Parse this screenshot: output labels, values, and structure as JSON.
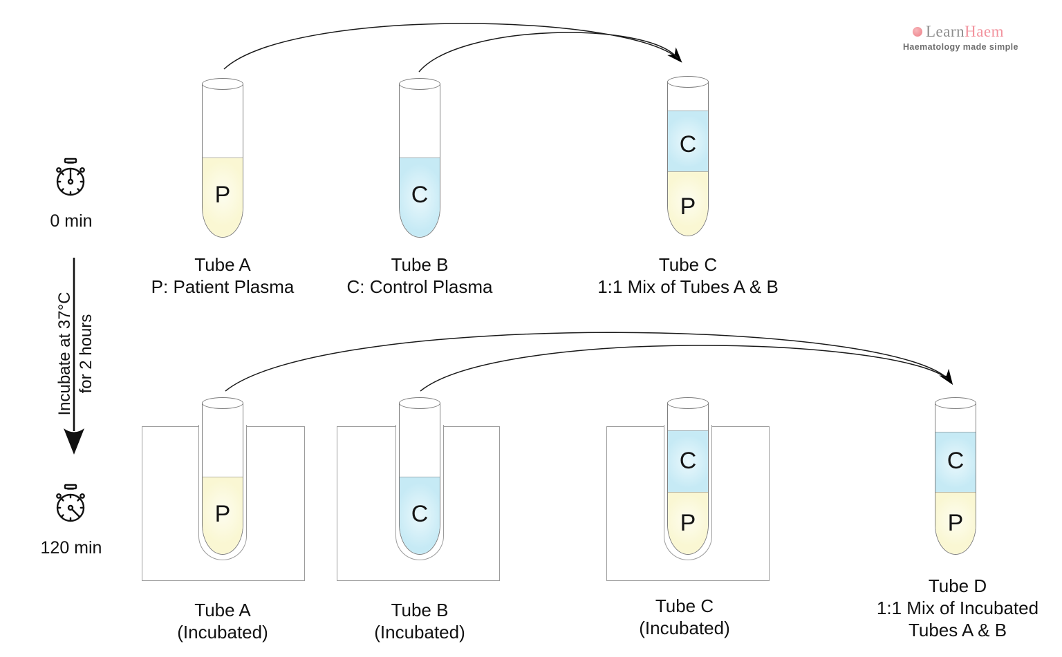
{
  "logo": {
    "brand_gray": "Learn",
    "brand_pink": "Haem",
    "tagline": "Haematology made simple",
    "accent_pink": "#f2939e"
  },
  "timeline": {
    "t_start": "0 min",
    "t_end": "120 min",
    "incubate_line1": "Incubate at 37°C",
    "incubate_line2": "for 2 hours"
  },
  "colors": {
    "patient_plasma_yellow": "#faf7d3",
    "control_plasma_blue": "#c6eaf5",
    "tube_outline": "#7e7e7e",
    "bath_outline": "#9b9b9b"
  },
  "row_initial": {
    "tube_a": {
      "letter": "P",
      "title": "Tube A",
      "subtitle": "P: Patient Plasma"
    },
    "tube_b": {
      "letter": "C",
      "title": "Tube B",
      "subtitle": "C: Control Plasma"
    },
    "tube_c": {
      "letter_top": "C",
      "letter_bottom": "P",
      "title": "Tube C",
      "subtitle": "1:1 Mix of Tubes A & B"
    }
  },
  "row_incubated": {
    "tube_a": {
      "letter": "P",
      "title": "Tube A",
      "subtitle": "(Incubated)"
    },
    "tube_b": {
      "letter": "C",
      "title": "Tube B",
      "subtitle": "(Incubated)"
    },
    "tube_c": {
      "letter_top": "C",
      "letter_bottom": "P",
      "title": "Tube C",
      "subtitle": "(Incubated)"
    },
    "tube_d": {
      "letter_top": "C",
      "letter_bottom": "P",
      "title": "Tube D",
      "subtitle_line1": "1:1 Mix of Incubated",
      "subtitle_line2": "Tubes A & B"
    }
  }
}
